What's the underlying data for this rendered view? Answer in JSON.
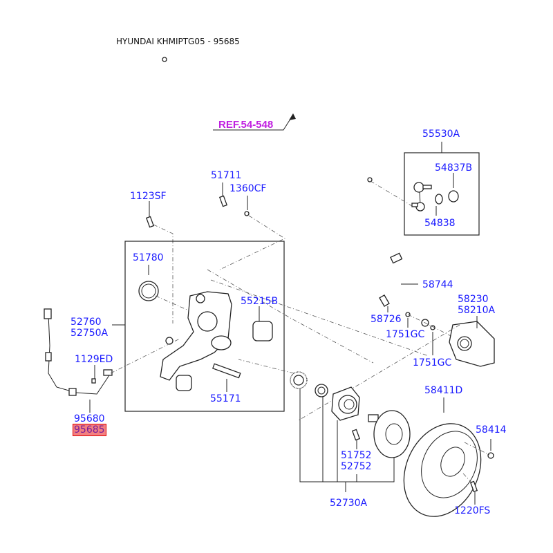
{
  "header": {
    "title": "HYUNDAI KHMIPTG05 - 95685"
  },
  "reference": {
    "label": "REF.54-548",
    "color": "#c020e0"
  },
  "highlight_color": "#f28080",
  "label_color": "#1a1aff",
  "parts": {
    "p55530A": "55530A",
    "p54837B": "54837B",
    "p54838": "54838",
    "p51711": "51711",
    "p1360CF": "1360CF",
    "p1123SF": "1123SF",
    "p51780": "51780",
    "p55215B": "55215B",
    "p55171": "55171",
    "p52760": "52760",
    "p52750A": "52750A",
    "p1129ED": "1129ED",
    "p95680": "95680",
    "p95685": "95685",
    "p58744": "58744",
    "p58230": "58230",
    "p58210A": "58210A",
    "p58726": "58726",
    "p1751GC_a": "1751GC",
    "p1751GC_b": "1751GC",
    "p58411D": "58411D",
    "p58414": "58414",
    "p51752": "51752",
    "p52752": "52752",
    "p52730A": "52730A",
    "p1220FS": "1220FS"
  }
}
